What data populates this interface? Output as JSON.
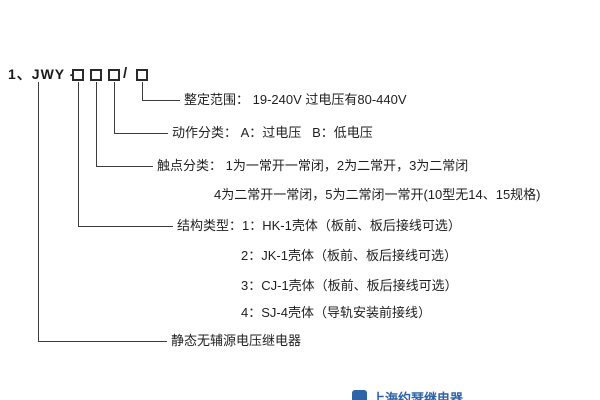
{
  "model": {
    "prefix": "1、JWY - ",
    "separator": "/"
  },
  "rows": {
    "setting_range": "整定范围： 19-240V 过电压有80-440V",
    "action_class": "动作分类： A：过电压   B：低电压",
    "contact_line1": "触点分类： 1为一常开一常闭，2为二常开，3为二常闭",
    "contact_line2": "4为二常开一常闭，5为二常闭一常开(10型无14、15规格)",
    "structure_line1": "结构类型：1：HK-1壳体（板前、板后接线可选）",
    "structure_line2": "2：JK-1壳体（板前、板后接线可选）",
    "structure_line3": "3：CJ-1壳体（板前、板后接线可选）",
    "structure_line4": "4：SJ-4壳体（导轨安装前接线）",
    "product_name": "静态无辅源电压继电器"
  },
  "watermark": {
    "text": "上海约瑟继电器",
    "color": "#2e64a8"
  }
}
